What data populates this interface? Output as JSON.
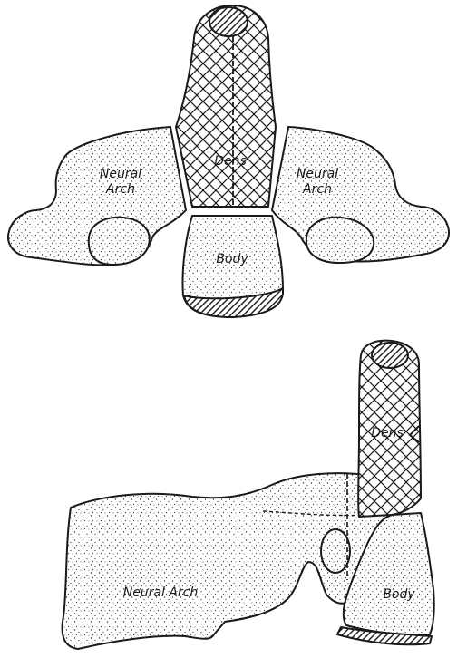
{
  "figure": {
    "top": {
      "labels": {
        "dens": "Dens",
        "body": "Body",
        "neural_arch_left_line1": "Neural",
        "neural_arch_left_line2": "Arch",
        "neural_arch_right_line1": "Neural",
        "neural_arch_right_line2": "Arch"
      }
    },
    "bottom": {
      "labels": {
        "dens": "Dens",
        "body": "Body",
        "neural_arch": "Neural Arch"
      }
    }
  },
  "colors": {
    "ink": "#1a1a1a",
    "background": "#ffffff"
  }
}
